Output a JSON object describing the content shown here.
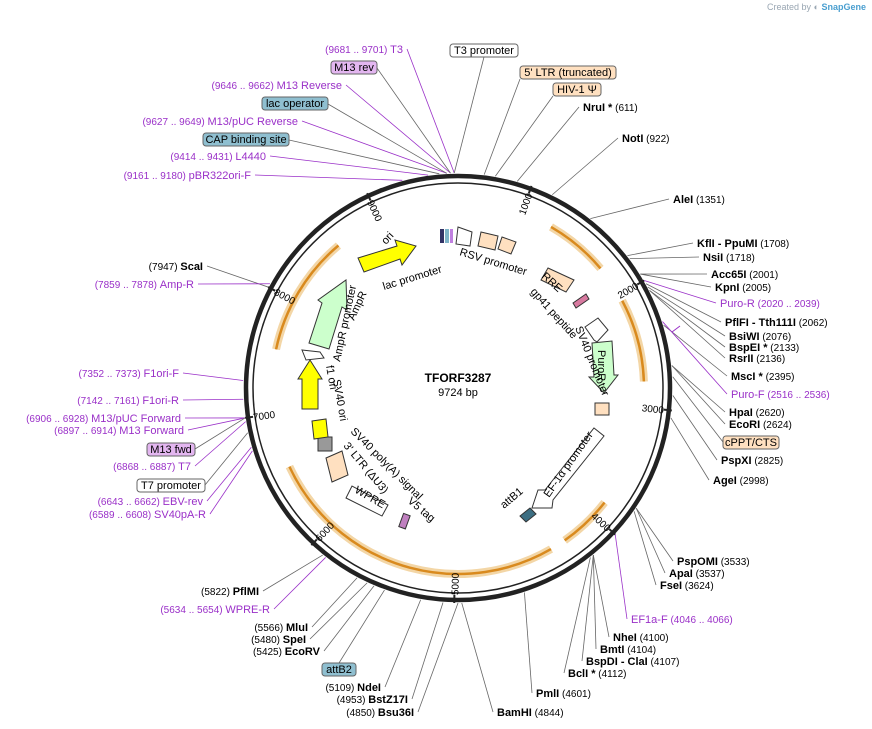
{
  "credit": {
    "created_by": "Created by",
    "brand": "SnapGene"
  },
  "plasmid": {
    "name": "TFORF3287",
    "length": "9724 bp"
  },
  "ticks": [
    {
      "label": "1000",
      "angle": 20
    },
    {
      "label": "2000",
      "angle": 60
    },
    {
      "label": "3000",
      "angle": 96
    },
    {
      "label": "4000",
      "angle": 133
    },
    {
      "label": "5000",
      "angle": 181
    },
    {
      "label": "6000",
      "angle": 223
    },
    {
      "label": "7000",
      "angle": 262
    },
    {
      "label": "8000",
      "angle": 298
    },
    {
      "label": "9000",
      "angle": 335
    }
  ],
  "enzymes": [
    {
      "name": "NruI",
      "star": true,
      "pos": "(611)"
    },
    {
      "name": "NotI",
      "pos": "(922)"
    },
    {
      "name": "AleI",
      "pos": "(1351)"
    },
    {
      "name": "KflI",
      "name2": "PpuMI",
      "pos": "(1708)"
    },
    {
      "name": "NsiI",
      "pos": "(1718)"
    },
    {
      "name": "Acc65I",
      "pos": "(2001)"
    },
    {
      "name": "KpnI",
      "pos": "(2005)"
    },
    {
      "name": "PflFI",
      "name2": "Tth111I",
      "pos": "(2062)"
    },
    {
      "name": "BsiWI",
      "pos": "(2076)"
    },
    {
      "name": "BspEI",
      "star": true,
      "pos": "(2133)"
    },
    {
      "name": "RsrII",
      "pos": "(2136)"
    },
    {
      "name": "MscI",
      "star": true,
      "pos": "(2395)"
    },
    {
      "name": "HpaI",
      "pos": "(2620)"
    },
    {
      "name": "EcoRI",
      "pos": "(2624)"
    },
    {
      "name": "PspXI",
      "pos": "(2825)"
    },
    {
      "name": "AgeI",
      "pos": "(2998)"
    },
    {
      "name": "PspOMI",
      "pos": "(3533)"
    },
    {
      "name": "ApaI",
      "pos": "(3537)"
    },
    {
      "name": "FseI",
      "pos": "(3624)"
    },
    {
      "name": "NheI",
      "pos": "(4100)"
    },
    {
      "name": "BmtI",
      "pos": "(4104)"
    },
    {
      "name": "BspDI",
      "name2": "ClaI",
      "pos": "(4107)"
    },
    {
      "name": "BclI",
      "star": true,
      "pos": "(4112)"
    },
    {
      "name": "PmlI",
      "pos": "(4601)"
    },
    {
      "name": "BamHI",
      "pos": "(4844)"
    },
    {
      "name": "Bsu36I",
      "pos": "(4850)"
    },
    {
      "name": "BstZ17I",
      "pos": "(4953)"
    },
    {
      "name": "NdeI",
      "pos": "(5109)"
    },
    {
      "name": "EcoRV",
      "pos": "(5425)"
    },
    {
      "name": "SpeI",
      "pos": "(5480)"
    },
    {
      "name": "MluI",
      "pos": "(5566)"
    },
    {
      "name": "PflMI",
      "pos": "(5822)"
    },
    {
      "name": "ScaI",
      "pos": "(7947)"
    }
  ],
  "primers": [
    {
      "name": "T3",
      "pos": "(9681 .. 9701)"
    },
    {
      "name": "M13 Reverse",
      "pos": "(9646 .. 9662)"
    },
    {
      "name": "M13/pUC Reverse",
      "pos": "(9627 .. 9649)"
    },
    {
      "name": "L4440",
      "pos": "(9414 .. 9431)"
    },
    {
      "name": "pBR322ori-F",
      "pos": "(9161 .. 9180)"
    },
    {
      "name": "Amp-R",
      "pos": "(7859 .. 7878)"
    },
    {
      "name": "F1ori-F",
      "pos": "(7352 .. 7373)"
    },
    {
      "name": "F1ori-R",
      "pos": "(7142 .. 7161)"
    },
    {
      "name": "M13/pUC Forward",
      "pos": "(6906 .. 6928)"
    },
    {
      "name": "M13 Forward",
      "pos": "(6897 .. 6914)"
    },
    {
      "name": "T7",
      "pos": "(6868 .. 6887)"
    },
    {
      "name": "EBV-rev",
      "pos": "(6643 .. 6662)"
    },
    {
      "name": "SV40pA-R",
      "pos": "(6589 .. 6608)"
    },
    {
      "name": "WPRE-R",
      "pos": "(5634 .. 5654)"
    },
    {
      "name": "Puro-R",
      "pos": "(2020 .. 2039)"
    },
    {
      "name": "Puro-F",
      "pos": "(2516 .. 2536)"
    },
    {
      "name": "EF1a-F",
      "pos": "(4046 .. 4066)"
    }
  ],
  "boxes": [
    {
      "label": "T3 promoter"
    },
    {
      "label": "M13 rev"
    },
    {
      "label": "lac operator"
    },
    {
      "label": "CAP binding site"
    },
    {
      "label": "5' LTR (truncated)"
    },
    {
      "label": "HIV-1 Ψ"
    },
    {
      "label": "cPPT/CTS"
    },
    {
      "label": "M13 fwd"
    },
    {
      "label": "T7 promoter"
    },
    {
      "label": "attB2"
    }
  ],
  "features": [
    {
      "label": "ori"
    },
    {
      "label": "lac promoter"
    },
    {
      "label": "RSV promoter"
    },
    {
      "label": "RRE"
    },
    {
      "label": "gp41 peptide"
    },
    {
      "label": "SV40 promoter"
    },
    {
      "label": "PuroR"
    },
    {
      "label": "EF-1α promoter"
    },
    {
      "label": "attB1"
    },
    {
      "label": "V5 tag"
    },
    {
      "label": "WPRE"
    },
    {
      "label": "3' LTR (ΔU3)"
    },
    {
      "label": "SV40 poly(A) signal"
    },
    {
      "label": "SV40 ori"
    },
    {
      "label": "f1 ori"
    },
    {
      "label": "AmpR promoter"
    },
    {
      "label": "AmpR"
    }
  ],
  "colors": {
    "primer": "#9a30c8",
    "orf_arc": "#e6a23c",
    "backbone": "#222222",
    "promoter_fill": "#ffffff",
    "ori_fill": "#ffff00",
    "ampr_fill": "#ccffcc",
    "ltr_fill": "#ffe0c0",
    "box_blue": "#8fbfd0",
    "box_purple": "#e3b6f0",
    "box_orange": "#ffe0c0"
  }
}
